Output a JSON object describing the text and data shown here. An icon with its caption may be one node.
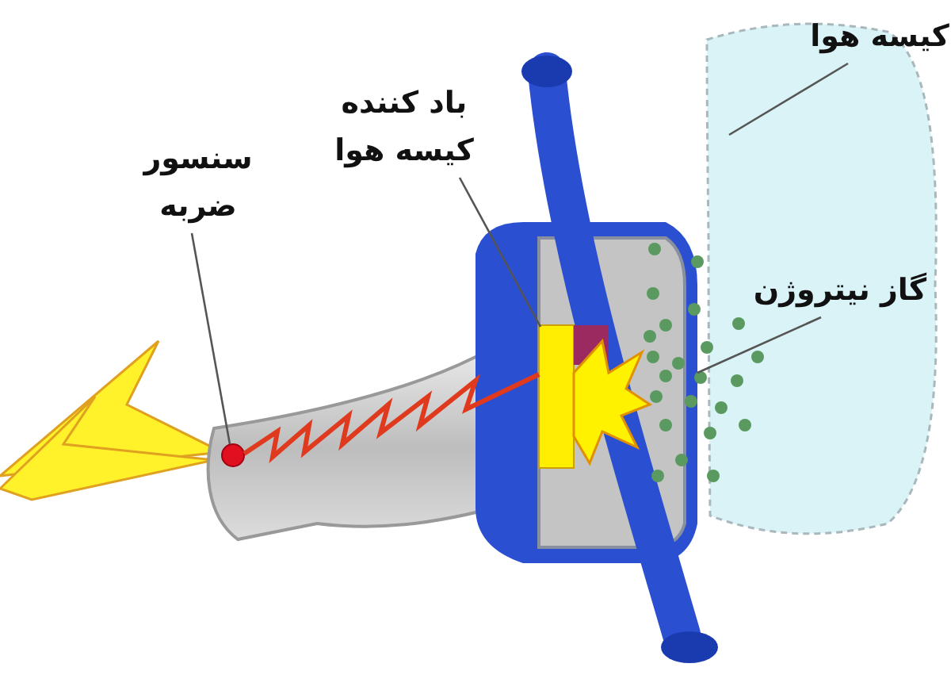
{
  "diagram": {
    "nodes": [
      {
        "text": [
          "کیسه هوا"
        ]
      },
      {
        "text": [],
        "shape": "picture"
      },
      {
        "text": [
          "باد کننده کیسه هوا"
        ]
      },
      {
        "text": [],
        "shape": "picture"
      },
      {
        "text": [
          "گاز نیتروژن"
        ],
        "in": 1
      },
      {
        "text": [],
        "shape": "picture"
      },
      {
        "text": [
          "سنسور ضربه"
        ]
      },
      {
        "text": [],
        "shape": "circle"
      }
    ],
    "edges": [
      {
        "from": 0,
        "to": 1,
        "arrow": "none"
      },
      {
        "from": 2,
        "to": 3,
        "arrow": "none"
      },
      {
        "from": 4,
        "to": 5,
        "arrow": "none"
      },
      {
        "from": 6,
        "to": 7,
        "arrow": "none"
      },
      {
        "from": 7,
        "to": 3,
        "arrow": "none",
        "style": "thick",
        "color": "#e03a1e"
      }
    ]
  }
}
